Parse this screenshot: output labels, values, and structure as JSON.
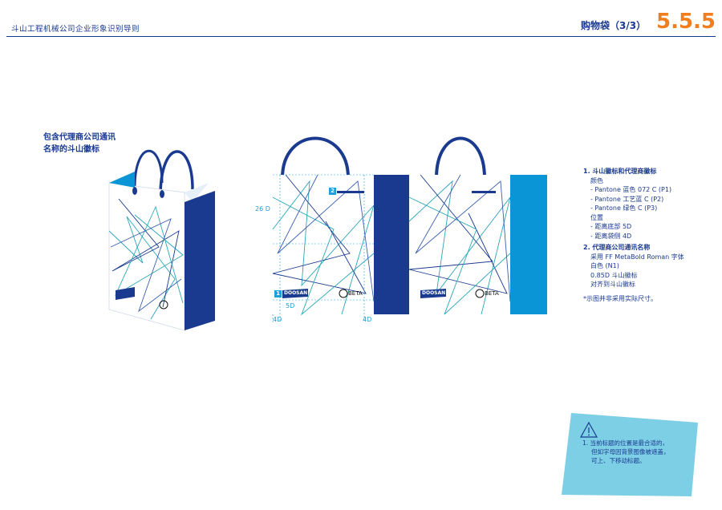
{
  "header": {
    "left_title": "斗山工程机械公司企业形象识别导则",
    "page_title": "购物袋（3/3）",
    "section_number": "5.5.5"
  },
  "caption": {
    "line1": "包含代理商公司通讯",
    "line2": "名称的斗山徽标"
  },
  "dimensions": {
    "d26": "26 D",
    "d5": "5D",
    "d4_left": "4D",
    "d4_right": "4D",
    "tag1": "1",
    "tag2": "2"
  },
  "bag_logos": {
    "doosan": "DOOSAN",
    "beta": "BETA",
    "b_mark": "B"
  },
  "specs": {
    "s1_title": "1. 斗山徽标和代理商徽标",
    "s1_color_label": "颜色",
    "s1_color_1": "- Pantone 蓝色 072 C (P1)",
    "s1_color_2": "- Pantone 工艺蓝 C (P2)",
    "s1_color_3": "- Pantone 绿色 C (P3)",
    "s1_pos_label": "位置",
    "s1_pos_1": "- 距离底部  5D",
    "s1_pos_2": "- 距离袋侧  4D",
    "s2_title": "2. 代理商公司通讯名称",
    "s2_line1": "采用  FF MetaBold Roman  字体",
    "s2_line2": "白色 (N1)",
    "s2_line3": "0.85D 斗山徽标",
    "s2_line4": "对齐到斗山徽标",
    "footnote": "*示图并非采用实际尺寸。"
  },
  "note": {
    "line1": "1. 当前标题的位置是最合适的，",
    "line2": "但如字母因背景图像被遮盖，",
    "line3": "可上、下移动标题。"
  },
  "colors": {
    "navy": "#1a3a8f",
    "cyan": "#0a96d6",
    "teal": "#2aa6b8",
    "orange": "#f07d1e",
    "note_bg": "#7dcfe6"
  }
}
